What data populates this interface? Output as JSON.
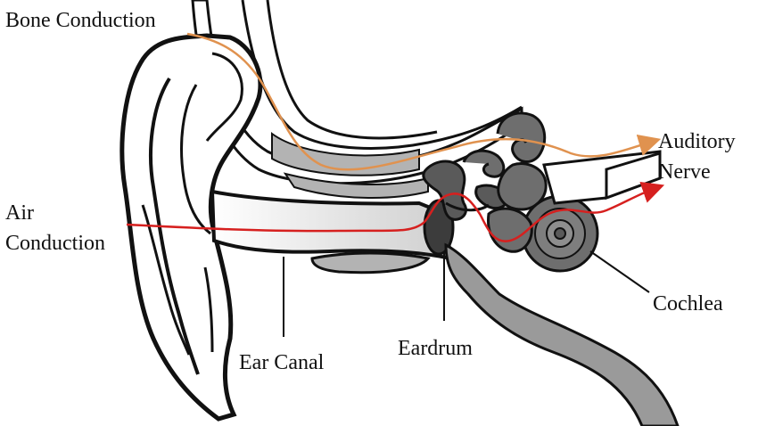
{
  "labels": {
    "bone_conduction": "Bone Conduction",
    "air_conduction_line1": "Air",
    "air_conduction_line2": "Conduction",
    "auditory_nerve_line1": "Auditory",
    "auditory_nerve_line2": "Nerve",
    "cochlea": "Cochlea",
    "ear_canal": "Ear Canal",
    "eardrum": "Eardrum"
  },
  "colors": {
    "bone_conduction_path": "#e0924f",
    "air_conduction_path": "#d6201f",
    "outline": "#111111",
    "bone_fill": "#b3b3b3",
    "canal_fill": "#e2e2e2",
    "inner_ear_fill": "#6e6e6e"
  }
}
